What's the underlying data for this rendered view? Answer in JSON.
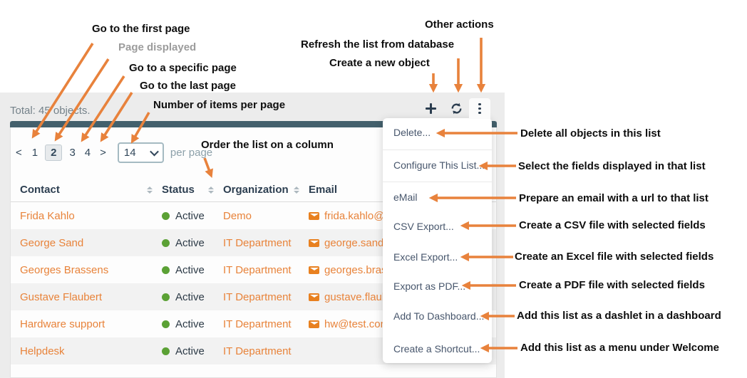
{
  "annotations": {
    "go_first": "Go to the first page",
    "page_displayed": "Page displayed",
    "go_specific": "Go to a specific page",
    "go_last": "Go to the last page",
    "items_per_page": "Number of items per page",
    "order_column": "Order the list on a column",
    "refresh": "Refresh the list from database",
    "create": "Create a new object",
    "other_actions": "Other actions",
    "menu_delete": "Delete all objects in this list",
    "menu_configure": "Select the fields displayed in that list",
    "menu_email": "Prepare an email with a url to that list",
    "menu_csv": "Create a CSV file with selected fields",
    "menu_excel": "Create an Excel file with selected fields",
    "menu_pdf": "Create a PDF file with selected fields",
    "menu_dashboard": "Add this list as a dashlet in a dashboard",
    "menu_shortcut": "Add this list as a menu under Welcome"
  },
  "panel": {
    "total_label": "Total: 45 objects.",
    "toolbar_icons": [
      "plus",
      "refresh",
      "kebab"
    ],
    "pagination": {
      "prev": "<",
      "page1": "1",
      "current_page": "2",
      "page3": "3",
      "page4": "4",
      "next": ">",
      "page_size": "14",
      "per_page_label": "per page"
    },
    "columns": [
      "Contact",
      "Status",
      "Organization",
      "Email"
    ],
    "rows": [
      {
        "contact": "Frida Kahlo",
        "status": "Active",
        "organization": "Demo",
        "email": "frida.kahlo@de"
      },
      {
        "contact": "George Sand",
        "status": "Active",
        "organization": "IT Department",
        "email": "george.sand@i"
      },
      {
        "contact": "Georges Brassens",
        "status": "Active",
        "organization": "IT Department",
        "email": "georges.brasse"
      },
      {
        "contact": "Gustave Flaubert",
        "status": "Active",
        "organization": "IT Department",
        "email": "gustave.flaube"
      },
      {
        "contact": "Hardware support",
        "status": "Active",
        "organization": "IT Department",
        "email": "hw@test.com"
      },
      {
        "contact": "Helpdesk",
        "status": "Active",
        "organization": "IT Department",
        "email": ""
      }
    ]
  },
  "actions_menu": {
    "items": [
      "Delete...",
      "Configure This List...",
      "eMail",
      "CSV Export...",
      "Excel Export...",
      "Export as PDF...",
      "Add To Dashboard...",
      "Create a Shortcut..."
    ]
  },
  "colors": {
    "annotation_arrow": "#e8823c",
    "link_orange": "#e8833a",
    "teal_bar": "#43606c",
    "status_green": "#5ba135"
  }
}
